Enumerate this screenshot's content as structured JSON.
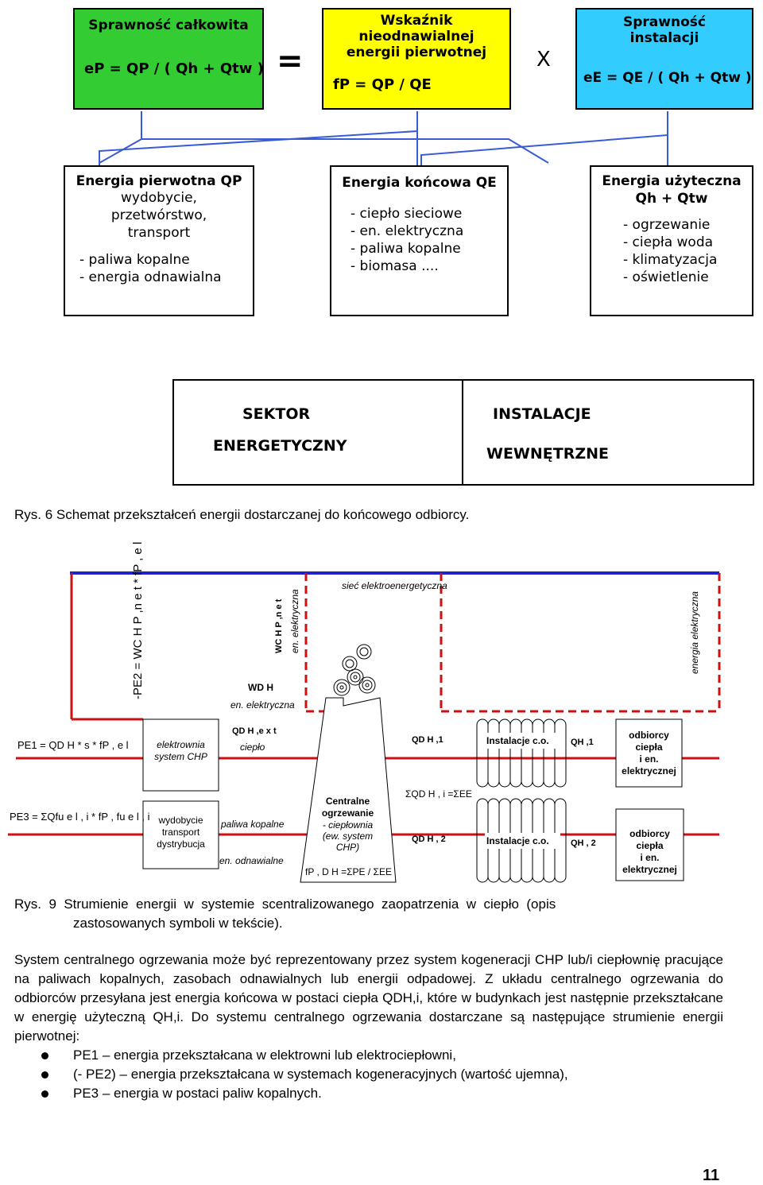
{
  "fig6": {
    "box1": {
      "title": "Sprawność całkowita",
      "formula": "eP = QP / ( Qh + Qtw )",
      "color": "#33cc33"
    },
    "op_equals": "=",
    "box2": {
      "title_1": "Wskaźnik",
      "title_2": "nieodnawialnej",
      "title_3": "energii pierwotnej",
      "formula": "fP = QP / QE",
      "color": "#ffff00"
    },
    "op_times": "X",
    "box3": {
      "title_1": "Sprawność",
      "title_2": "instalacji",
      "formula": "eE = QE / ( Qh + Qtw )",
      "color": "#33ccff"
    },
    "energy_primary": {
      "title": "Energia pierwotna QP",
      "lines": [
        "wydobycie,",
        "przetwórstwo,",
        "transport"
      ],
      "items": [
        "- paliwa kopalne",
        "- energia odnawialna"
      ]
    },
    "energy_final": {
      "title": "Energia końcowa QE",
      "items": [
        "- ciepło sieciowe",
        "- en. elektryczna",
        "- paliwa kopalne",
        "- biomasa ...."
      ]
    },
    "energy_useful": {
      "title_1": "Energia użyteczna",
      "title_2": "Qh + Qtw",
      "items": [
        "- ogrzewanie",
        "- ciepła woda",
        "- klimatyzacja",
        "- oświetlenie"
      ]
    },
    "sector_1": "SEKTOR",
    "sector_2": "ENERGETYCZNY",
    "install_1": "INSTALACJE",
    "install_2": "WEWNĘTRZNE",
    "caption": "Rys. 6 Schemat przekształceń energii dostarczanej do końcowego odbiorcy."
  },
  "fig9": {
    "grid_label": "sieć elektroenergetyczna",
    "pe2": "-PE2 = WC H P ,n e t * fP , e l",
    "wchp": "WC H P ,n e t",
    "en_el": "en. elektryczna",
    "wdh": "WD H",
    "energia_el": "energia elektryczna",
    "pe1": "PE1 = QD H * s * fP , e l",
    "chp_1": "elektrownia",
    "chp_2": "system CHP",
    "qdh_ext": "QD H ,e x t",
    "cieplo": "ciepło",
    "qdh1": "QD H ,1",
    "inst1": "Instalacje c.o.",
    "qh1": "QH ,1",
    "recv1": [
      "odbiorcy",
      "ciepła",
      "i en.",
      "elektrycznej"
    ],
    "pe3": "PE3 = ΣQfu e l , i * fP , fu e l , i",
    "prod": [
      "wydobycie",
      "transport",
      "dystrybucja"
    ],
    "fossil": "paliwa kopalne",
    "renew": "en. odnawialne",
    "central": [
      "Centralne",
      "ogrzewanie"
    ],
    "central_sub": [
      "- ciepłownia",
      "(ew. system",
      "CHP)"
    ],
    "fpdh": "fP , D H =ΣPE / ΣEE",
    "sum": "ΣQD H , i =ΣEE",
    "qdh2": "QD H , 2",
    "inst2": "Instalacje c.o.",
    "qh2": "QH , 2",
    "recv2": [
      "odbiorcy",
      "ciepła",
      "i en.",
      "elektrycznej"
    ],
    "caption_1": "Rys.  9  Strumienie  energii  w  systemie  scentralizowanego  zaopatrzenia  w  ciepło  (opis",
    "caption_2": "zastosowanych symboli w tekście)."
  },
  "text": {
    "para": "System centralnego ogrzewania może być reprezentowany przez system kogeneracji CHP lub/i ciepłownię pracujące na paliwach kopalnych, zasobach odnawialnych lub energii odpadowej. Z układu centralnego ogrzewania do odbiorców przesyłana jest energia końcowa w postaci ciepła QDH,i, które w budynkach jest następnie przekształcane w energię użyteczną QH,i. Do systemu centralnego ogrzewania dostarczane są następujące strumienie energii pierwotnej:",
    "bullets": [
      "PE1 – energia przekształcana w elektrowni lub elektrociepłowni,",
      "(- PE2) – energia przekształcana w systemach kogeneracyjnych (wartość ujemna),",
      "PE3 – energia w postaci paliw kopalnych."
    ],
    "page_number": "11"
  }
}
